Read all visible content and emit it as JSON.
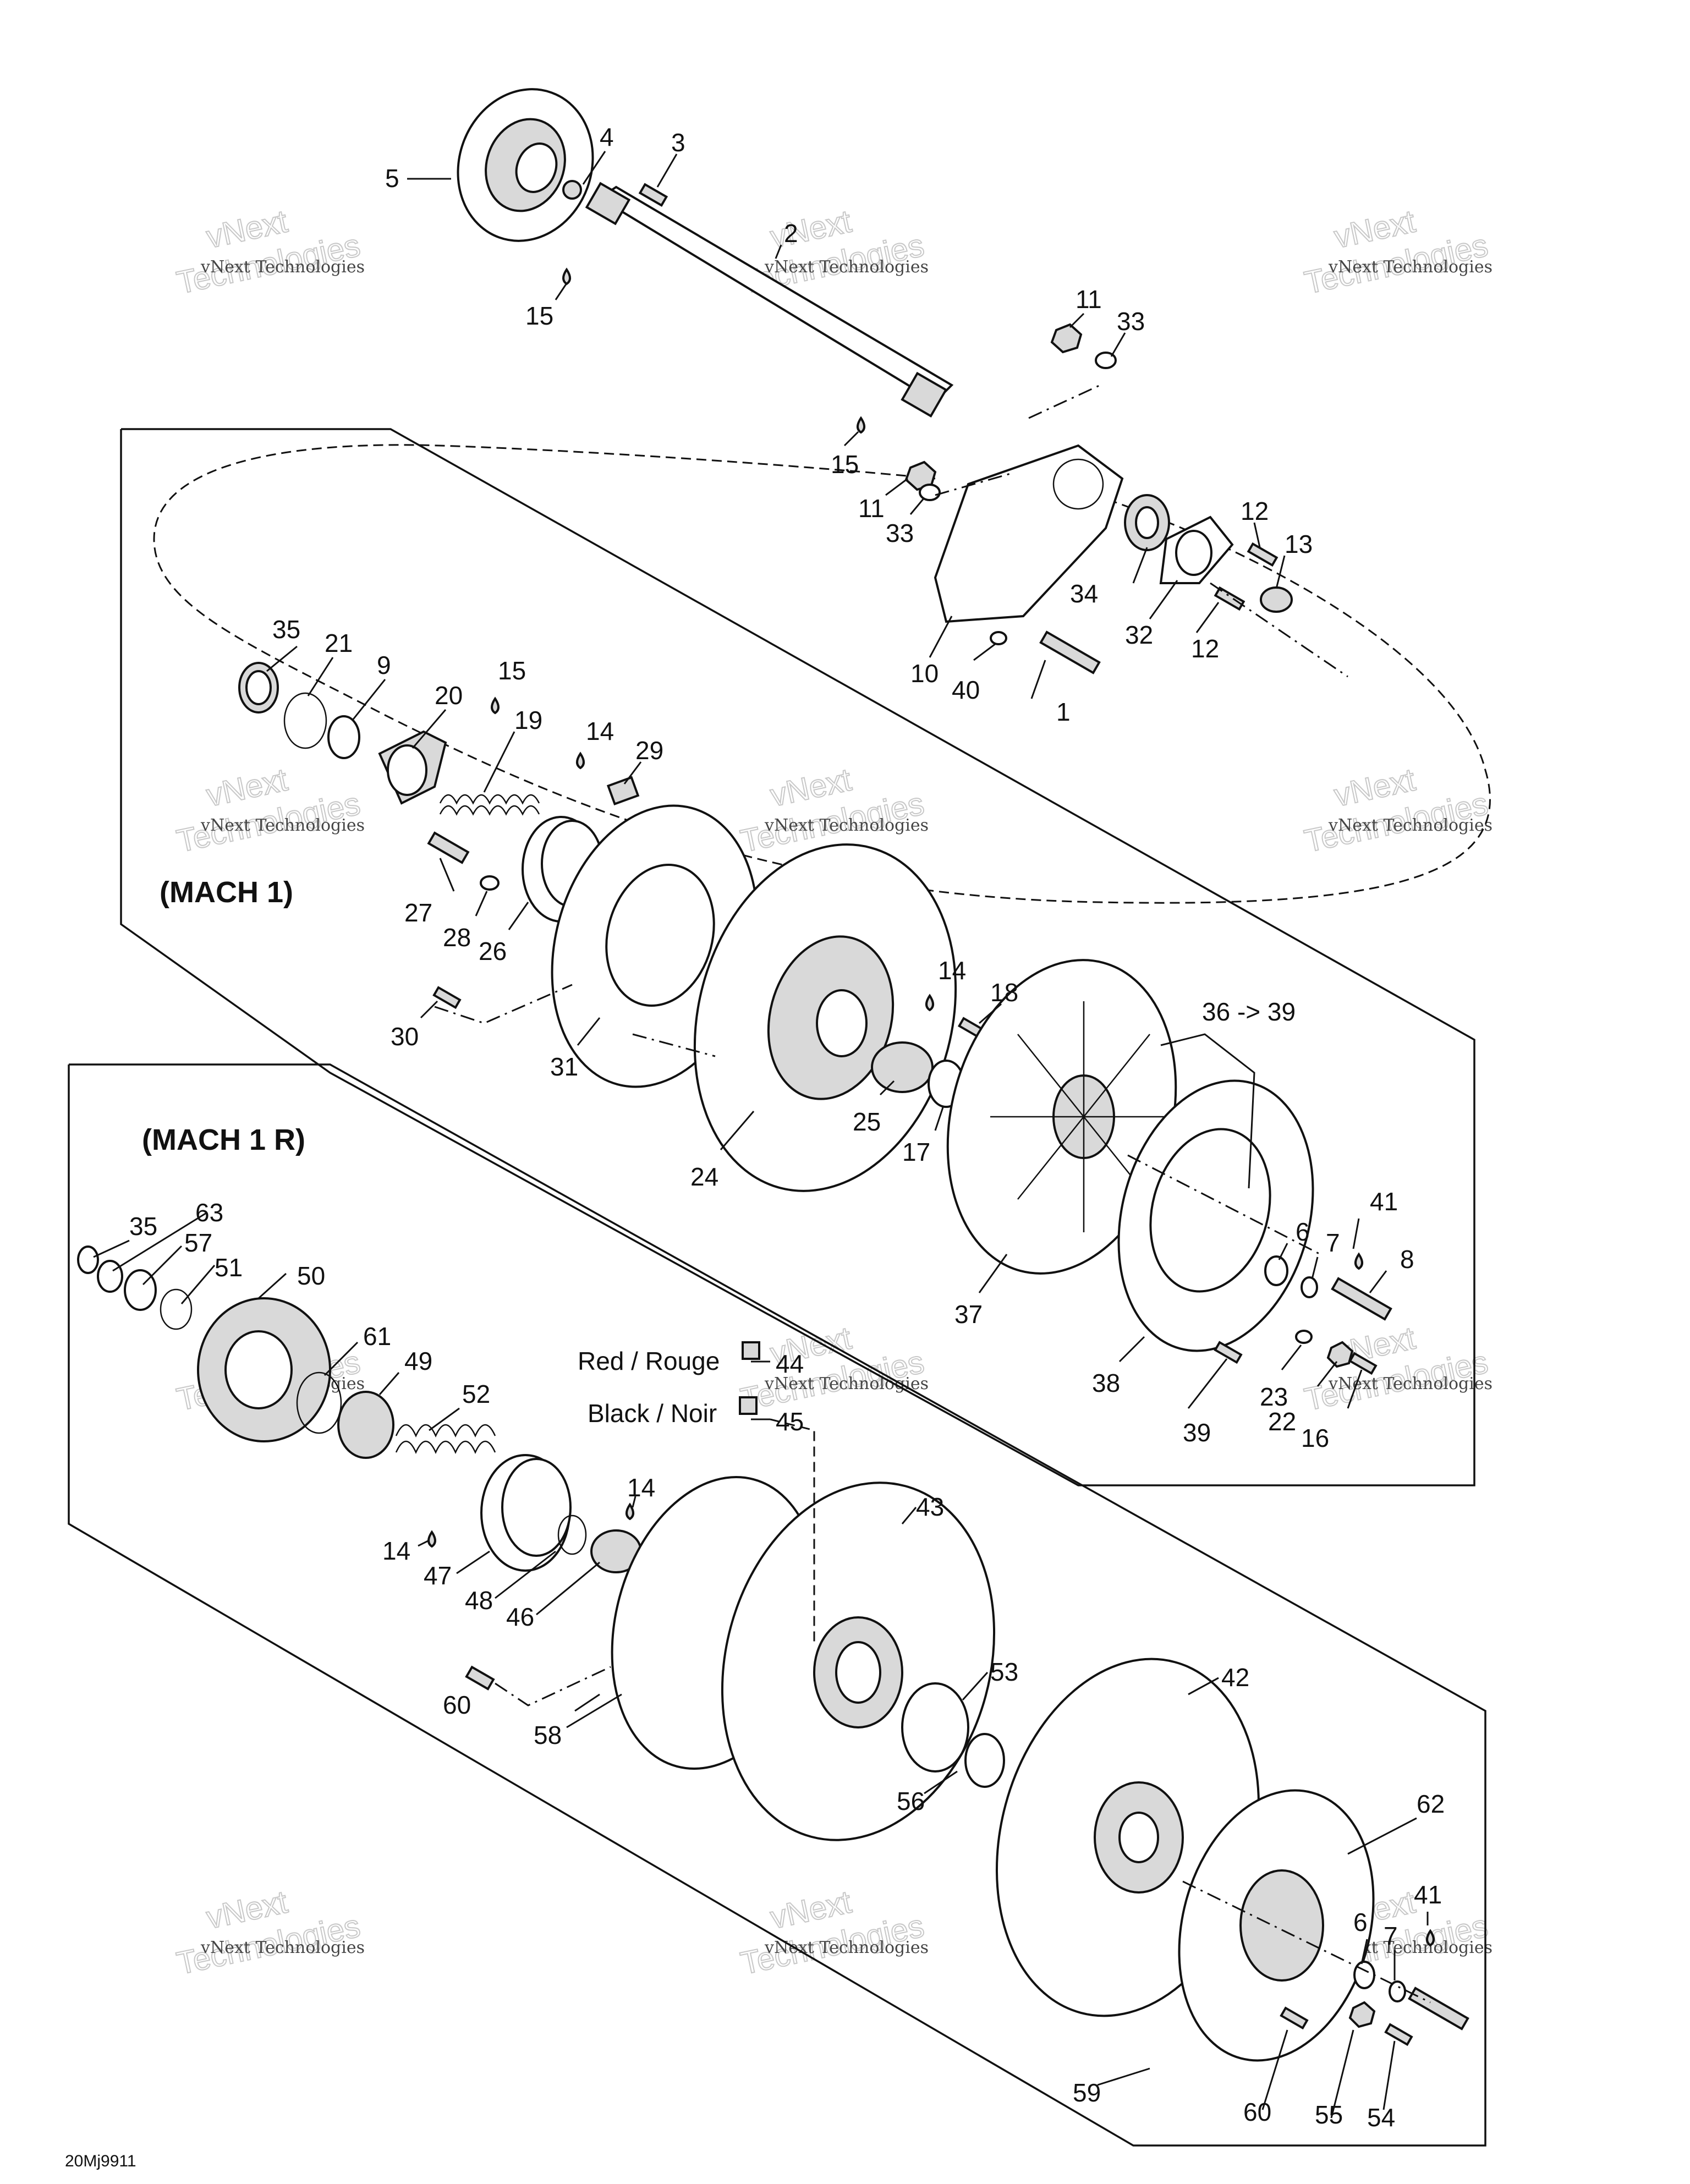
{
  "groups": {
    "mach1": "(MACH 1)",
    "mach1r": "(MACH 1 R)"
  },
  "legend": {
    "red": "Red / Rouge",
    "black": "Black / Noir"
  },
  "drawing_code": "20Mj9911",
  "watermark": {
    "line1": "vNext Technologies",
    "line2": "Technologies",
    "line3": "vNext"
  },
  "callouts": {
    "top": [
      "1",
      "2",
      "3",
      "4",
      "5",
      "10",
      "11",
      "11",
      "12",
      "12",
      "13",
      "15",
      "15",
      "32",
      "33",
      "33",
      "34",
      "40"
    ],
    "mach1": [
      "6",
      "7",
      "8",
      "9",
      "14",
      "14",
      "15",
      "16",
      "17",
      "18",
      "19",
      "20",
      "21",
      "22",
      "23",
      "24",
      "25",
      "26",
      "27",
      "28",
      "29",
      "30",
      "31",
      "35",
      "36 -> 39",
      "37",
      "38",
      "39",
      "41"
    ],
    "mach1r": [
      "6",
      "7",
      "14",
      "14",
      "35",
      "41",
      "42",
      "43",
      "44",
      "45",
      "46",
      "47",
      "48",
      "49",
      "50",
      "51",
      "52",
      "53",
      "54",
      "55",
      "56",
      "57",
      "58",
      "59",
      "60",
      "60",
      "61",
      "62",
      "63"
    ]
  },
  "colors": {
    "ink": "#111111",
    "shade": "#d9d9d9",
    "paper": "#ffffff"
  }
}
